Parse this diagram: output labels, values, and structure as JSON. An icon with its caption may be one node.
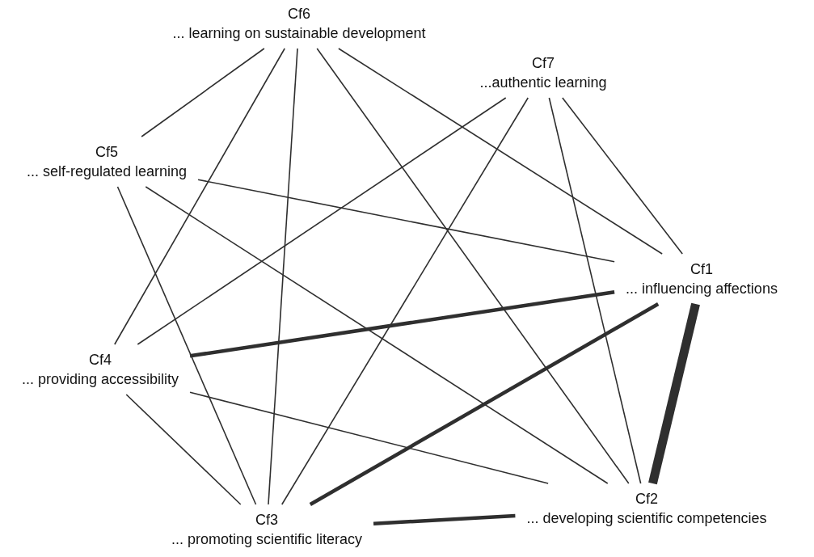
{
  "diagram": {
    "nodes": [
      {
        "text": [
          "Cf6",
          "... learning on sustainable development"
        ]
      },
      {
        "text": [
          "Cf7",
          "...authentic learning"
        ]
      },
      {
        "text": [
          "Cf5",
          "... self-regulated learning"
        ]
      },
      {
        "text": [
          "Cf1",
          "... influencing affections"
        ]
      },
      {
        "text": [
          "Cf4",
          "... providing accessibility"
        ]
      },
      {
        "text": [
          "Cf2",
          "... developing scientific competencies"
        ]
      },
      {
        "text": [
          "Cf3",
          "... promoting scientific literacy"
        ]
      }
    ],
    "edges": [
      {
        "from": 0,
        "to": 2,
        "arrow": "none"
      },
      {
        "from": 0,
        "to": 4,
        "arrow": "none"
      },
      {
        "from": 0,
        "to": 6,
        "arrow": "none"
      },
      {
        "from": 0,
        "to": 5,
        "arrow": "none"
      },
      {
        "from": 0,
        "to": 3,
        "arrow": "none"
      },
      {
        "from": 1,
        "to": 4,
        "arrow": "none"
      },
      {
        "from": 1,
        "to": 6,
        "arrow": "none"
      },
      {
        "from": 1,
        "to": 5,
        "arrow": "none"
      },
      {
        "from": 1,
        "to": 3,
        "arrow": "none"
      },
      {
        "from": 2,
        "to": 3,
        "arrow": "none"
      },
      {
        "from": 2,
        "to": 6,
        "arrow": "none"
      },
      {
        "from": 2,
        "to": 5,
        "arrow": "none"
      },
      {
        "from": 4,
        "to": 3,
        "arrow": "none",
        "style": "thick"
      },
      {
        "from": 4,
        "to": 5,
        "arrow": "none"
      },
      {
        "from": 4,
        "to": 6,
        "arrow": "none"
      },
      {
        "from": 6,
        "to": 3,
        "arrow": "none",
        "style": "thick"
      },
      {
        "from": 6,
        "to": 5,
        "arrow": "none",
        "style": "thick"
      },
      {
        "from": 3,
        "to": 5,
        "arrow": "none",
        "style": "thick"
      }
    ]
  }
}
